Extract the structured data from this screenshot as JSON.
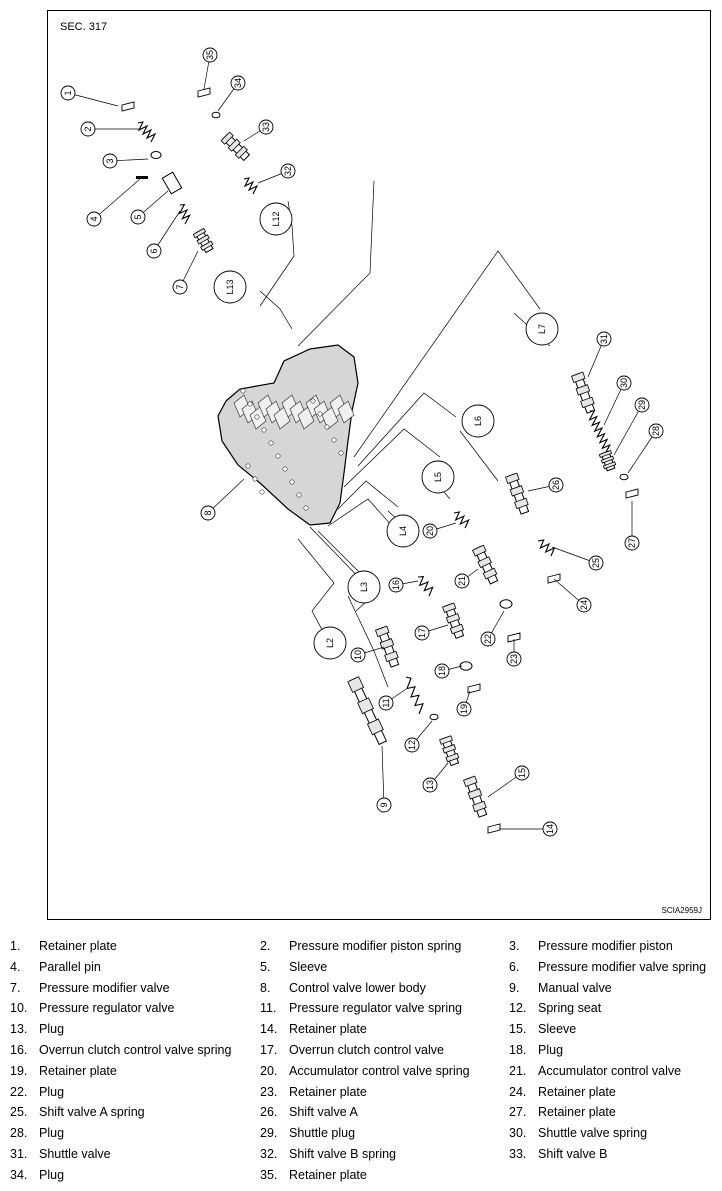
{
  "figure": {
    "section": "SEC. 317",
    "code": "SCIA2959J"
  },
  "parts": [
    {
      "num": "1.",
      "label": "Retainer plate",
      "callout": "1"
    },
    {
      "num": "2.",
      "label": "Pressure modifier piston spring",
      "callout": "2"
    },
    {
      "num": "3.",
      "label": "Pressure modifier piston",
      "callout": "3"
    },
    {
      "num": "4.",
      "label": "Parallel pin",
      "callout": "4"
    },
    {
      "num": "5.",
      "label": "Sleeve",
      "callout": "5"
    },
    {
      "num": "6.",
      "label": "Pressure modifier valve spring",
      "callout": "6"
    },
    {
      "num": "7.",
      "label": "Pressure modifier valve",
      "callout": "7"
    },
    {
      "num": "8.",
      "label": "Control valve lower body",
      "callout": "8"
    },
    {
      "num": "9.",
      "label": "Manual valve",
      "callout": "9"
    },
    {
      "num": "10.",
      "label": "Pressure regulator valve",
      "callout": "10"
    },
    {
      "num": "11.",
      "label": "Pressure regulator valve spring",
      "callout": "11"
    },
    {
      "num": "12.",
      "label": "Spring seat",
      "callout": "12"
    },
    {
      "num": "13.",
      "label": "Plug",
      "callout": "13"
    },
    {
      "num": "14.",
      "label": "Retainer plate",
      "callout": "14"
    },
    {
      "num": "15.",
      "label": "Sleeve",
      "callout": "15"
    },
    {
      "num": "16.",
      "label": "Overrun clutch control valve spring",
      "callout": "16"
    },
    {
      "num": "17.",
      "label": "Overrun clutch control valve",
      "callout": "17"
    },
    {
      "num": "18.",
      "label": "Plug",
      "callout": "18"
    },
    {
      "num": "19.",
      "label": "Retainer plate",
      "callout": "19"
    },
    {
      "num": "20.",
      "label": "Accumulator control valve spring",
      "callout": "20"
    },
    {
      "num": "21.",
      "label": "Accumulator control valve",
      "callout": "21"
    },
    {
      "num": "22.",
      "label": "Plug",
      "callout": "22"
    },
    {
      "num": "23.",
      "label": "Retainer plate",
      "callout": "23"
    },
    {
      "num": "24.",
      "label": "Retainer plate",
      "callout": "24"
    },
    {
      "num": "25.",
      "label": "Shift valve A spring",
      "callout": "25"
    },
    {
      "num": "26.",
      "label": "Shift valve A",
      "callout": "26"
    },
    {
      "num": "27.",
      "label": "Retainer plate",
      "callout": "27"
    },
    {
      "num": "28.",
      "label": "Plug",
      "callout": "28"
    },
    {
      "num": "29.",
      "label": "Shuttle plug",
      "callout": "29"
    },
    {
      "num": "30.",
      "label": "Shuttle valve spring",
      "callout": "30"
    },
    {
      "num": "31.",
      "label": "Shuttle valve",
      "callout": "31"
    },
    {
      "num": "32.",
      "label": "Shift valve B spring",
      "callout": "32"
    },
    {
      "num": "33.",
      "label": "Shift valve B",
      "callout": "33"
    },
    {
      "num": "34.",
      "label": "Plug",
      "callout": "34"
    },
    {
      "num": "35.",
      "label": "Retainer plate",
      "callout": "35"
    }
  ],
  "line_labels": [
    "L2",
    "L3",
    "L4",
    "L5",
    "L6",
    "L7",
    "L12",
    "L13"
  ]
}
